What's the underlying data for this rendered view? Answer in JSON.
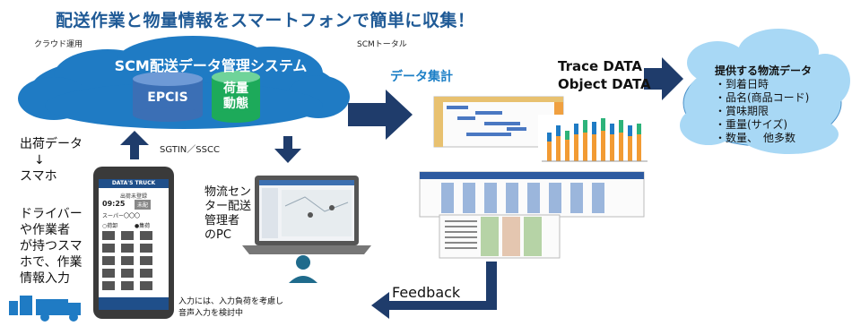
{
  "title": "配送作業と物量情報をスマートフォンで簡単に収集！",
  "cloud_label": "クラウド運用",
  "scm_total": "SCMトータル",
  "system_name": "SCM配送データ管理システム",
  "db_epcis": "EPCIS",
  "db_nimotsu": [
    "荷量",
    "動態"
  ],
  "left_ship": [
    "出荷データ",
    "↓",
    "スマホ"
  ],
  "left_driver": [
    "ドライバー",
    "や作業者",
    "が持つスマ",
    "ホで、作業",
    "情報入力"
  ],
  "sgtin": "SGTIN／SSCC",
  "data_summary": "データ集計",
  "trace": [
    "Trace DATA",
    "Object DATA"
  ],
  "provided": {
    "heading": "提供する物流データ",
    "items": [
      "・到着日時",
      "・品名(商品コード)",
      "・賞味期限",
      "・重量(サイズ)",
      "・数量、　他多数"
    ]
  },
  "pc_text": [
    "物流セン",
    "ター配送",
    "管理者",
    "のPC"
  ],
  "feedback": "Feedback",
  "note": [
    "入力には、入力負荷を考慮し",
    "音声入力を検討中"
  ],
  "phone": {
    "brand": "DATA'S TRUCK",
    "status": "出荷未登録",
    "time": "09:25",
    "badge": "未配",
    "shop": "スーパー〇〇〇",
    "radio1": "○荷卸",
    "radio2": "●集荷"
  },
  "colors": {
    "dark_blue": "#1f3c6b",
    "cloud_blue": "#1f7bc4",
    "light_cloud": "#a8d8f5",
    "green": "#1daa5a",
    "title_blue": "#1f5a96"
  }
}
